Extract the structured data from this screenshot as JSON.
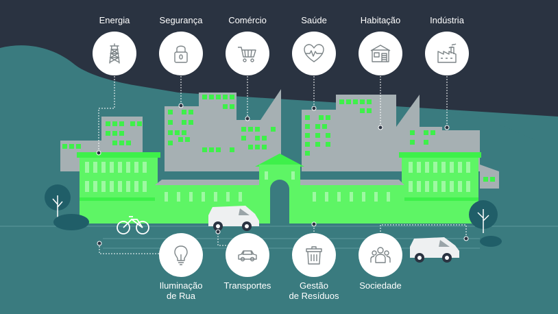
{
  "top_sectors": [
    {
      "key": "energia",
      "label": "Energia",
      "icon": "power-tower-icon"
    },
    {
      "key": "seguranca",
      "label": "Segurança",
      "icon": "padlock-icon"
    },
    {
      "key": "comercio",
      "label": "Comércio",
      "icon": "shopping-cart-icon"
    },
    {
      "key": "saude",
      "label": "Saúde",
      "icon": "heart-pulse-icon"
    },
    {
      "key": "habitacao",
      "label": "Habitação",
      "icon": "house-icon"
    },
    {
      "key": "industria",
      "label": "Indústria",
      "icon": "factory-icon"
    }
  ],
  "bottom_sectors": [
    {
      "key": "iluminacao",
      "label_line1": "Iluminação",
      "label_line2": "de Rua",
      "icon": "light-bulb-icon"
    },
    {
      "key": "transportes",
      "label_line1": "Transportes",
      "label_line2": "",
      "icon": "car-icon"
    },
    {
      "key": "residuos",
      "label_line1": "Gestão",
      "label_line2": "de Resíduos",
      "icon": "trash-bin-icon"
    },
    {
      "key": "sociedade",
      "label_line1": "Sociedade",
      "label_line2": "",
      "icon": "people-icon"
    }
  ],
  "colors": {
    "sky": "#2a3341",
    "hill": "#3a7b7f",
    "ground": "#3a7b7f",
    "background_buildings": "#a6b0b3",
    "window_green": "#3ef04a",
    "building_green": "#5ef565",
    "connector": "#ffffff",
    "icon_stroke": "#7c8487",
    "tree": "#205e68",
    "van": "#eef0f1"
  }
}
